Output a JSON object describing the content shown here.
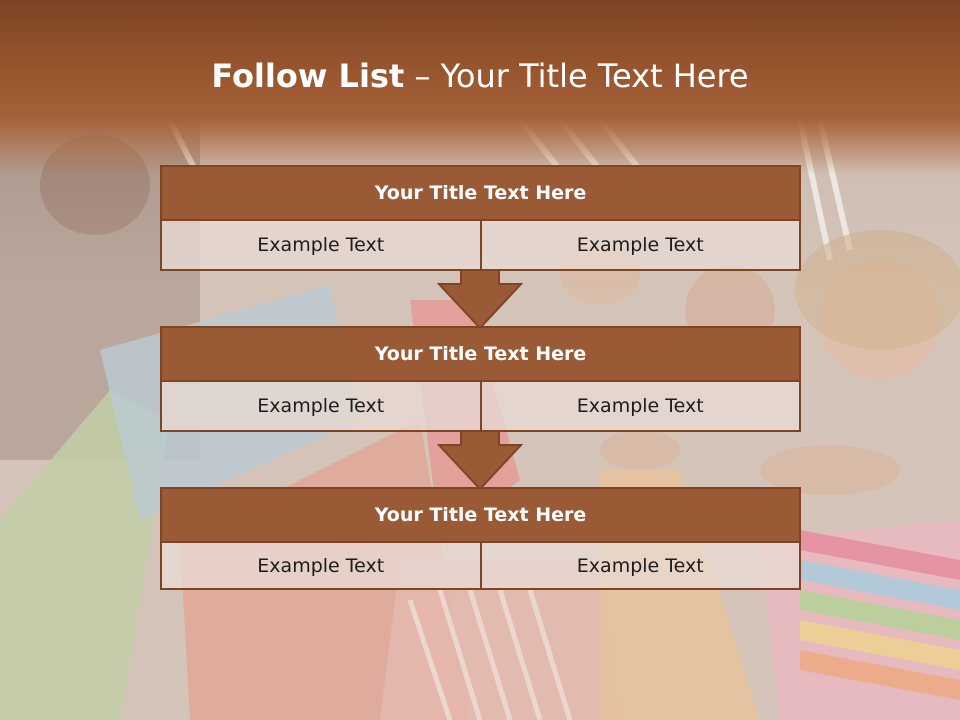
{
  "slide": {
    "title_bold": "Follow List",
    "title_rest": " – Your Title Text Here"
  },
  "blocks": [
    {
      "title": "Your Title Text Here",
      "cells": [
        "Example Text",
        "Example Text"
      ]
    },
    {
      "title": "Your Title Text Here",
      "cells": [
        "Example Text",
        "Example Text"
      ]
    },
    {
      "title": "Your Title Text Here",
      "cells": [
        "Example Text",
        "Example Text"
      ]
    }
  ],
  "icons": [
    "down-arrow-icon",
    "down-arrow-icon"
  ],
  "colors": {
    "header_top": "#7b4424",
    "header_bottom": "#a6623a",
    "block_title_bg": "#9a5a36",
    "border": "#7e4424",
    "cell_bg": "#e8dad4"
  }
}
